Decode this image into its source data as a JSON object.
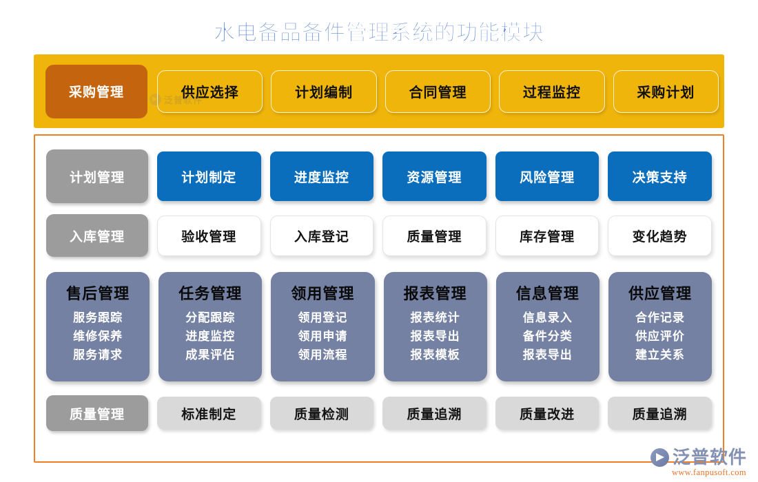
{
  "page": {
    "title": "水电备品备件管理系统的功能模块",
    "colors": {
      "title_text": "#5B86D6",
      "band_yellow": "#EFB50A",
      "band_label_orange": "#C4640F",
      "panel_border_orange": "#F07F22",
      "row_label_gray": "#9C9C9C",
      "blue_cell": "#0A6EBD",
      "white_cell": "#FFFFFF",
      "slate_card": "#7481A3",
      "light_gray_cell": "#D9D9D9",
      "brand_url_orange": "#E8732A"
    }
  },
  "procurement_band": {
    "label": "采购管理",
    "watermark": "泛普软件",
    "items": [
      {
        "label": "供应选择"
      },
      {
        "label": "计划编制"
      },
      {
        "label": "合同管理"
      },
      {
        "label": "过程监控"
      },
      {
        "label": "采购计划"
      }
    ]
  },
  "panel": {
    "plan_row": {
      "label": "计划管理",
      "items": [
        {
          "label": "计划制定"
        },
        {
          "label": "进度监控"
        },
        {
          "label": "资源管理"
        },
        {
          "label": "风险管理"
        },
        {
          "label": "决策支持"
        }
      ]
    },
    "stock_row": {
      "label": "入库管理",
      "items": [
        {
          "label": "验收管理"
        },
        {
          "label": "入库登记"
        },
        {
          "label": "质量管理"
        },
        {
          "label": "库存管理"
        },
        {
          "label": "变化趋势"
        }
      ]
    },
    "cards_row": [
      {
        "title": "售后管理",
        "subs": [
          "服务跟踪",
          "维修保养",
          "服务请求"
        ]
      },
      {
        "title": "任务管理",
        "subs": [
          "分配跟踪",
          "进度监控",
          "成果评估"
        ]
      },
      {
        "title": "领用管理",
        "subs": [
          "领用登记",
          "领用申请",
          "领用流程"
        ]
      },
      {
        "title": "报表管理",
        "subs": [
          "报表统计",
          "报表导出",
          "报表模板"
        ]
      },
      {
        "title": "信息管理",
        "subs": [
          "信息录入",
          "备件分类",
          "报表导出"
        ]
      },
      {
        "title": "供应管理",
        "subs": [
          "合作记录",
          "供应评价",
          "建立关系"
        ]
      }
    ],
    "quality_row": {
      "label": "质量管理",
      "items": [
        {
          "label": "标准制定"
        },
        {
          "label": "质量检测"
        },
        {
          "label": "质量追溯"
        },
        {
          "label": "质量改进"
        },
        {
          "label": "质量追溯"
        }
      ]
    }
  },
  "brand": {
    "name": "泛普软件",
    "url": "www.fanpusoft.com",
    "mark_icon": "play-circle-icon"
  }
}
